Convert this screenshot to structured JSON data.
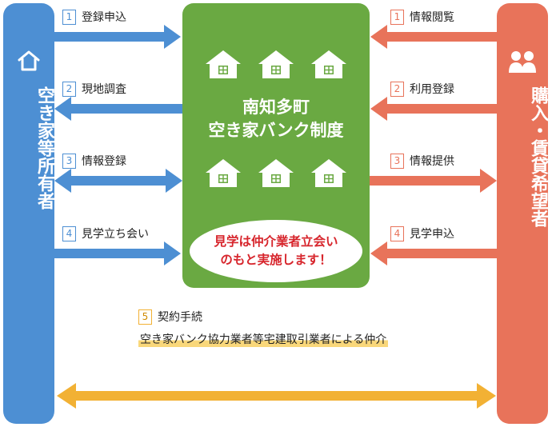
{
  "owner": {
    "label": "空き家等所有者",
    "icon": "house-outline-icon"
  },
  "buyer": {
    "label": "購入・賃貸希望者",
    "icon": "people-icon"
  },
  "center": {
    "title_line1": "南知多町",
    "title_line2": "空き家バンク制度",
    "note_line1": "見学は仲介業者立会い",
    "note_line2": "のもと実施します！",
    "house_icon": "house-icon"
  },
  "left_steps": [
    {
      "num": "1",
      "label": "登録申込",
      "direction": "to-center"
    },
    {
      "num": "2",
      "label": "現地調査",
      "direction": "to-owner"
    },
    {
      "num": "3",
      "label": "情報登録",
      "direction": "both"
    },
    {
      "num": "4",
      "label": "見学立ち会い",
      "direction": "to-center"
    }
  ],
  "right_steps": [
    {
      "num": "1",
      "label": "情報閲覧",
      "direction": "to-center"
    },
    {
      "num": "2",
      "label": "利用登録",
      "direction": "to-center"
    },
    {
      "num": "3",
      "label": "情報提供",
      "direction": "to-buyer"
    },
    {
      "num": "4",
      "label": "見学申込",
      "direction": "to-center"
    }
  ],
  "contract": {
    "num": "5",
    "label": "契約手続",
    "detail": "空き家バンク協力業者等宅建取引業者による仲介"
  },
  "colors": {
    "owner_blue": "#4d8fd3",
    "buyer_orange": "#e8735a",
    "center_green": "#6aa942",
    "contract_yellow": "#f2b134",
    "note_red": "#d7252c"
  }
}
